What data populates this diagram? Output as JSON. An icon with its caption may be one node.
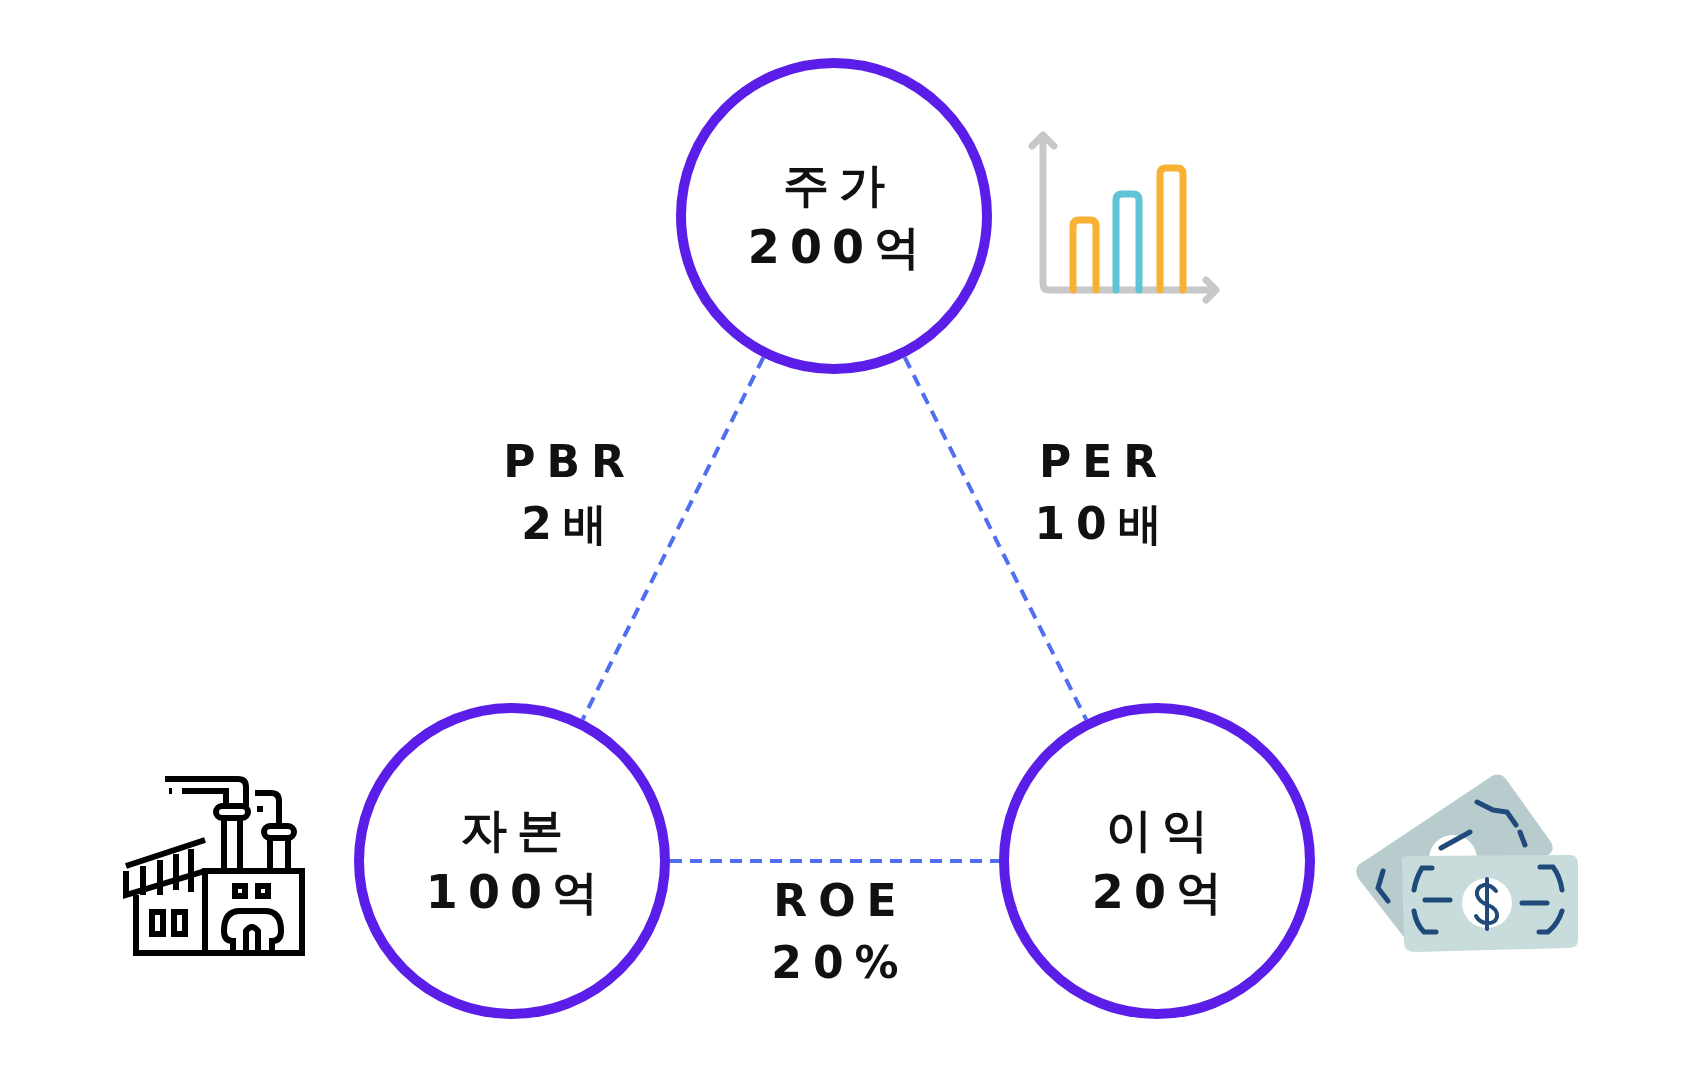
{
  "diagram": {
    "nodes": [
      {
        "text": [
          "주가",
          "200억"
        ]
      },
      {
        "text": [
          "자본",
          "100억"
        ]
      },
      {
        "text": [
          "이익",
          "20억"
        ]
      }
    ],
    "edges": [
      {
        "from": 0,
        "to": 1,
        "arrow": "none",
        "label": "PBR 2배",
        "style": "dashed"
      },
      {
        "from": 0,
        "to": 2,
        "arrow": "none",
        "label": "PER 10배",
        "style": "dashed"
      },
      {
        "from": 1,
        "to": 2,
        "arrow": "none",
        "label": "ROE 20%",
        "style": "dashed"
      }
    ]
  }
}
